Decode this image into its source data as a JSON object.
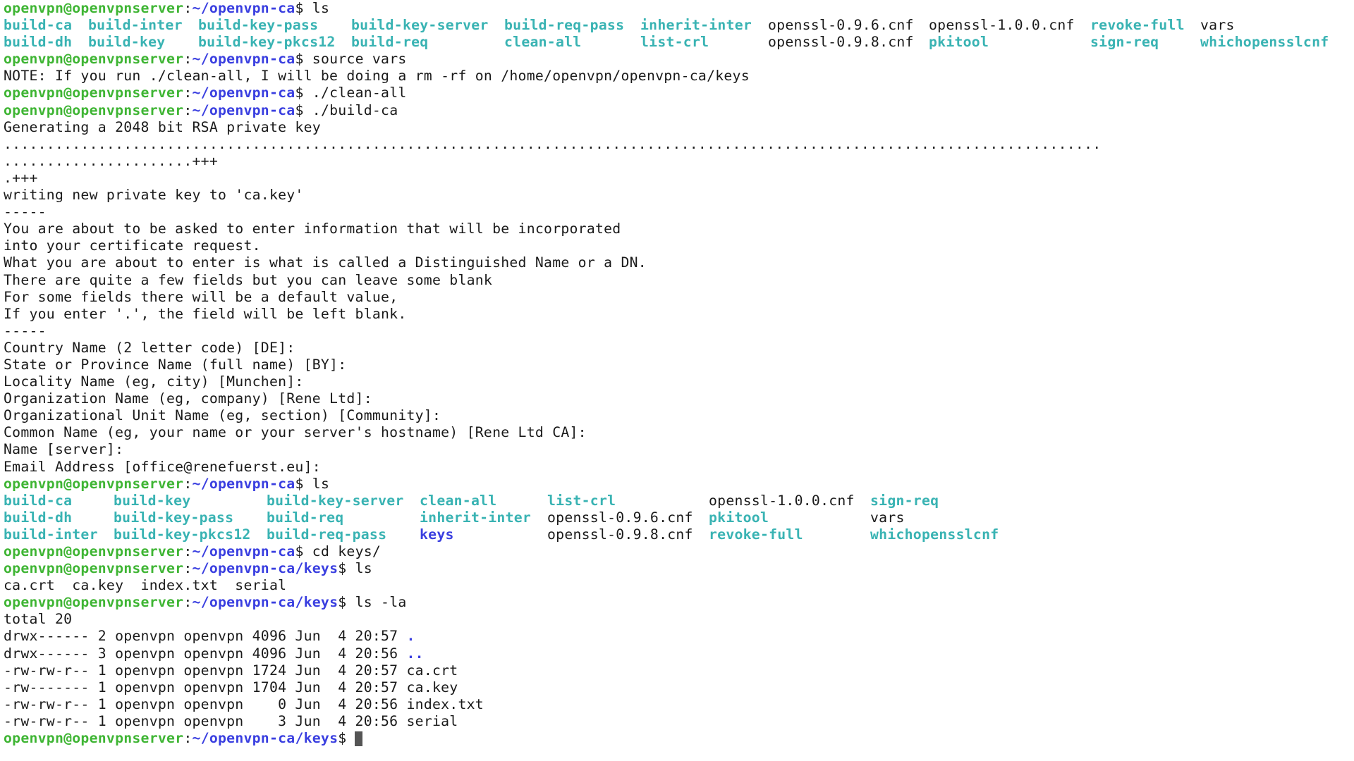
{
  "prompt": {
    "user": "openvpn@openvpnserver",
    "sep": ":",
    "path_ca": "~/openvpn-ca",
    "path_keys": "~/openvpn-ca/keys",
    "symbol": "$"
  },
  "colors": {
    "user_host": "#3fb534",
    "path": "#3a3fe0",
    "executable": "#39b3b3",
    "directory": "#3a3fe0",
    "text": "#1a1a1a",
    "background": "#ffffff"
  },
  "commands": {
    "ls": " ls",
    "source_vars": " source vars",
    "clean_all": " ./clean-all",
    "build_ca": " ./build-ca",
    "ls2": " ls",
    "cd_keys": " cd keys/",
    "ls_keys": " ls",
    "ls_la": " ls -la"
  },
  "ls1": {
    "rows": [
      [
        {
          "name": "build-ca",
          "type": "exec"
        },
        {
          "name": "build-inter",
          "type": "exec"
        },
        {
          "name": "build-key-pass",
          "type": "exec"
        },
        {
          "name": "build-key-server",
          "type": "exec"
        },
        {
          "name": "build-req-pass",
          "type": "exec"
        },
        {
          "name": "inherit-inter",
          "type": "exec"
        },
        {
          "name": "openssl-0.9.6.cnf",
          "type": "plain"
        },
        {
          "name": "openssl-1.0.0.cnf",
          "type": "plain"
        },
        {
          "name": "revoke-full",
          "type": "exec"
        },
        {
          "name": "vars",
          "type": "plain"
        }
      ],
      [
        {
          "name": "build-dh",
          "type": "exec"
        },
        {
          "name": "build-key",
          "type": "exec"
        },
        {
          "name": "build-key-pkcs12",
          "type": "exec"
        },
        {
          "name": "build-req",
          "type": "exec"
        },
        {
          "name": "clean-all",
          "type": "exec"
        },
        {
          "name": "list-crl",
          "type": "exec"
        },
        {
          "name": "openssl-0.9.8.cnf",
          "type": "plain"
        },
        {
          "name": "pkitool",
          "type": "exec"
        },
        {
          "name": "sign-req",
          "type": "exec"
        },
        {
          "name": "whichopensslcnf",
          "type": "exec"
        }
      ]
    ]
  },
  "output": {
    "note": "NOTE: If you run ./clean-all, I will be doing a rm -rf on /home/openvpn/openvpn-ca/keys",
    "generating": "Generating a 2048 bit RSA private key",
    "dots1": "................................................................................................................................",
    "dots2": "......................+++",
    "dots3": ".+++",
    "writing": "writing new private key to 'ca.key'",
    "sep1": "-----",
    "info1": "You are about to be asked to enter information that will be incorporated",
    "info2": "into your certificate request.",
    "info3": "What you are about to enter is what is called a Distinguished Name or a DN.",
    "info4": "There are quite a few fields but you can leave some blank",
    "info5": "For some fields there will be a default value,",
    "info6": "If you enter '.', the field will be left blank.",
    "sep2": "-----",
    "country": "Country Name (2 letter code) [DE]:",
    "state": "State or Province Name (full name) [BY]:",
    "locality": "Locality Name (eg, city) [Munchen]:",
    "org": "Organization Name (eg, company) [Rene Ltd]:",
    "org_unit": "Organizational Unit Name (eg, section) [Community]:",
    "common_name": "Common Name (eg, your name or your server's hostname) [Rene Ltd CA]:",
    "name": "Name [server]:",
    "email": "Email Address [office@renefuerst.eu]:"
  },
  "ls2": {
    "rows": [
      [
        {
          "name": "build-ca",
          "type": "exec"
        },
        {
          "name": "build-key",
          "type": "exec"
        },
        {
          "name": "build-key-server",
          "type": "exec"
        },
        {
          "name": "clean-all",
          "type": "exec"
        },
        {
          "name": "list-crl",
          "type": "exec"
        },
        {
          "name": "openssl-1.0.0.cnf",
          "type": "plain"
        },
        {
          "name": "sign-req",
          "type": "exec"
        }
      ],
      [
        {
          "name": "build-dh",
          "type": "exec"
        },
        {
          "name": "build-key-pass",
          "type": "exec"
        },
        {
          "name": "build-req",
          "type": "exec"
        },
        {
          "name": "inherit-inter",
          "type": "exec"
        },
        {
          "name": "openssl-0.9.6.cnf",
          "type": "plain"
        },
        {
          "name": "pkitool",
          "type": "exec"
        },
        {
          "name": "vars",
          "type": "plain"
        }
      ],
      [
        {
          "name": "build-inter",
          "type": "exec"
        },
        {
          "name": "build-key-pkcs12",
          "type": "exec"
        },
        {
          "name": "build-req-pass",
          "type": "exec"
        },
        {
          "name": "keys",
          "type": "dir"
        },
        {
          "name": "openssl-0.9.8.cnf",
          "type": "plain"
        },
        {
          "name": "revoke-full",
          "type": "exec"
        },
        {
          "name": "whichopensslcnf",
          "type": "exec"
        }
      ]
    ]
  },
  "ls_keys_output": "ca.crt  ca.key  index.txt  serial",
  "ls_la": {
    "total": "total 20",
    "entries": [
      {
        "meta": "drwx------ 2 openvpn openvpn 4096 Jun  4 20:57 ",
        "name": ".",
        "type": "dir"
      },
      {
        "meta": "drwx------ 3 openvpn openvpn 4096 Jun  4 20:56 ",
        "name": "..",
        "type": "dir"
      },
      {
        "meta": "-rw-rw-r-- 1 openvpn openvpn 1724 Jun  4 20:57 ",
        "name": "ca.crt",
        "type": "plain"
      },
      {
        "meta": "-rw------- 1 openvpn openvpn 1704 Jun  4 20:57 ",
        "name": "ca.key",
        "type": "plain"
      },
      {
        "meta": "-rw-rw-r-- 1 openvpn openvpn    0 Jun  4 20:56 ",
        "name": "index.txt",
        "type": "plain"
      },
      {
        "meta": "-rw-rw-r-- 1 openvpn openvpn    3 Jun  4 20:56 ",
        "name": "serial",
        "type": "plain"
      }
    ]
  }
}
